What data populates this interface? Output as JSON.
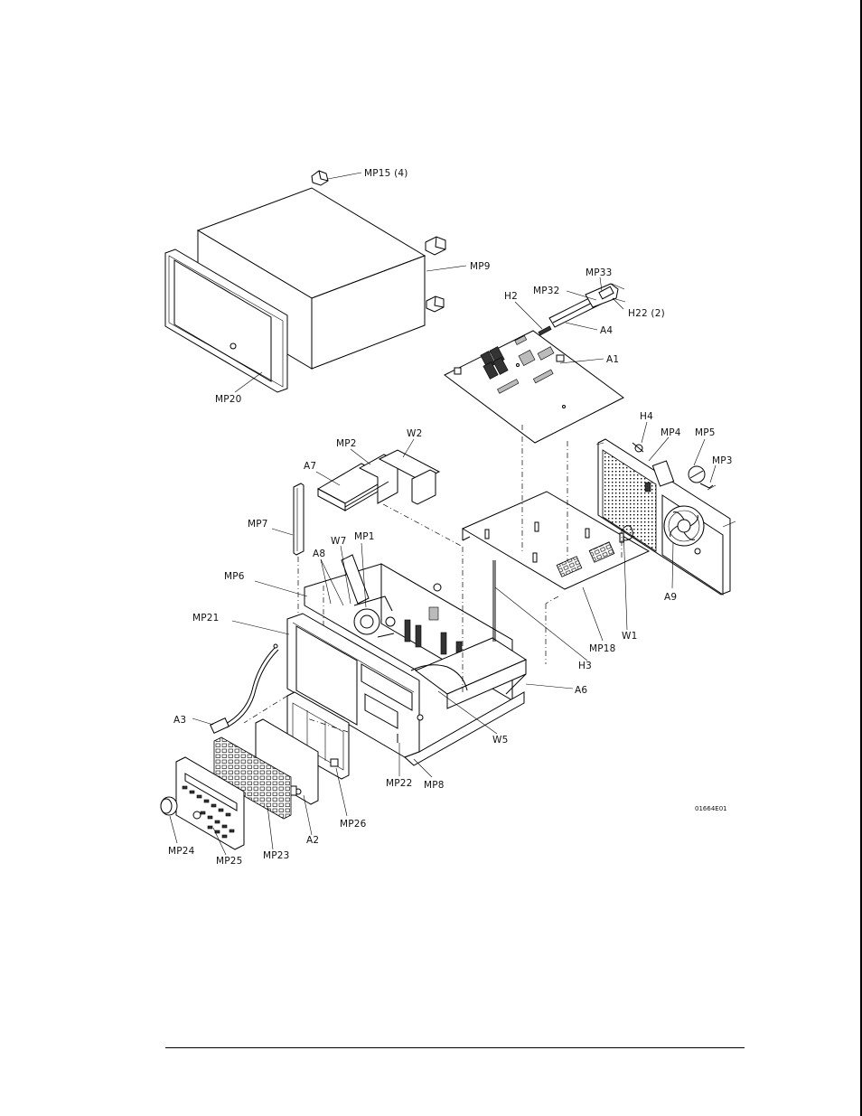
{
  "figure_id": "01664E01",
  "labels": {
    "MP15": "MP15 (4)",
    "MP9": "MP9",
    "MP33": "MP33",
    "MP32": "MP32",
    "H2": "H2",
    "H22": "H22 (2)",
    "A4": "A4",
    "A1": "A1",
    "MP20": "MP20",
    "W2": "W2",
    "MP2": "MP2",
    "A7": "A7",
    "H4": "H4",
    "MP4": "MP4",
    "MP5": "MP5",
    "MP3": "MP3",
    "MP7": "MP7",
    "W7": "W7",
    "MP1": "MP1",
    "A8": "A8",
    "MP6": "MP6",
    "MP21": "MP21",
    "A9": "A9",
    "W1": "W1",
    "MP18": "MP18",
    "H3": "H3",
    "A6": "A6",
    "A3": "A3",
    "W5": "W5",
    "MP22": "MP22",
    "MP8": "MP8",
    "MP26": "MP26",
    "A2": "A2",
    "MP24": "MP24",
    "MP25": "MP25",
    "MP23": "MP23"
  }
}
